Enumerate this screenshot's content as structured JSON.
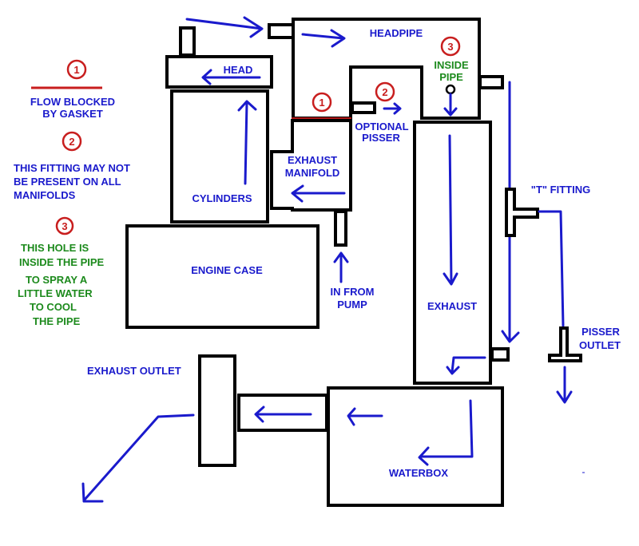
{
  "colors": {
    "flow_arrow": "#1a1acc",
    "label_blue": "#1a1acc",
    "label_green": "#1c8a1c",
    "marker_red": "#c81e1e",
    "gasket_red": "#b01818",
    "outline": "#000000"
  },
  "legend": {
    "items": [
      {
        "number": "1",
        "text_lines": [
          "FLOW BLOCKED",
          "BY GASKET"
        ]
      },
      {
        "number": "2",
        "text_lines": [
          "THIS FITTING MAY NOT",
          "BE PRESENT ON ALL",
          "MANIFOLDS"
        ]
      },
      {
        "number": "3",
        "text_lines": [
          "THIS HOLE IS",
          "INSIDE THE PIPE",
          "TO SPRAY  A",
          "LITTLE WATER",
          "TO  COOL",
          "THE PIPE"
        ]
      }
    ]
  },
  "components": {
    "head": "HEAD",
    "cylinders": "CYLINDERS",
    "engine_case": "ENGINE CASE",
    "exhaust_manifold": [
      "EXHAUST",
      "MANIFOLD"
    ],
    "headpipe": "HEADPIPE",
    "inside_pipe": [
      "INSIDE",
      "PIPE"
    ],
    "optional_pisser": [
      "OPTIONAL",
      "PISSER"
    ],
    "in_from_pump": [
      "IN FROM",
      "PUMP"
    ],
    "exhaust": "EXHAUST",
    "t_fitting": "\"T\" FITTING",
    "pisser_outlet": [
      "PISSER",
      "OUTLET"
    ],
    "exhaust_outlet": "EXHAUST OUTLET",
    "waterbox": "WATERBOX"
  },
  "markers": {
    "gasket": "1",
    "pisser_fitting": "2",
    "inside_hole": "3"
  }
}
